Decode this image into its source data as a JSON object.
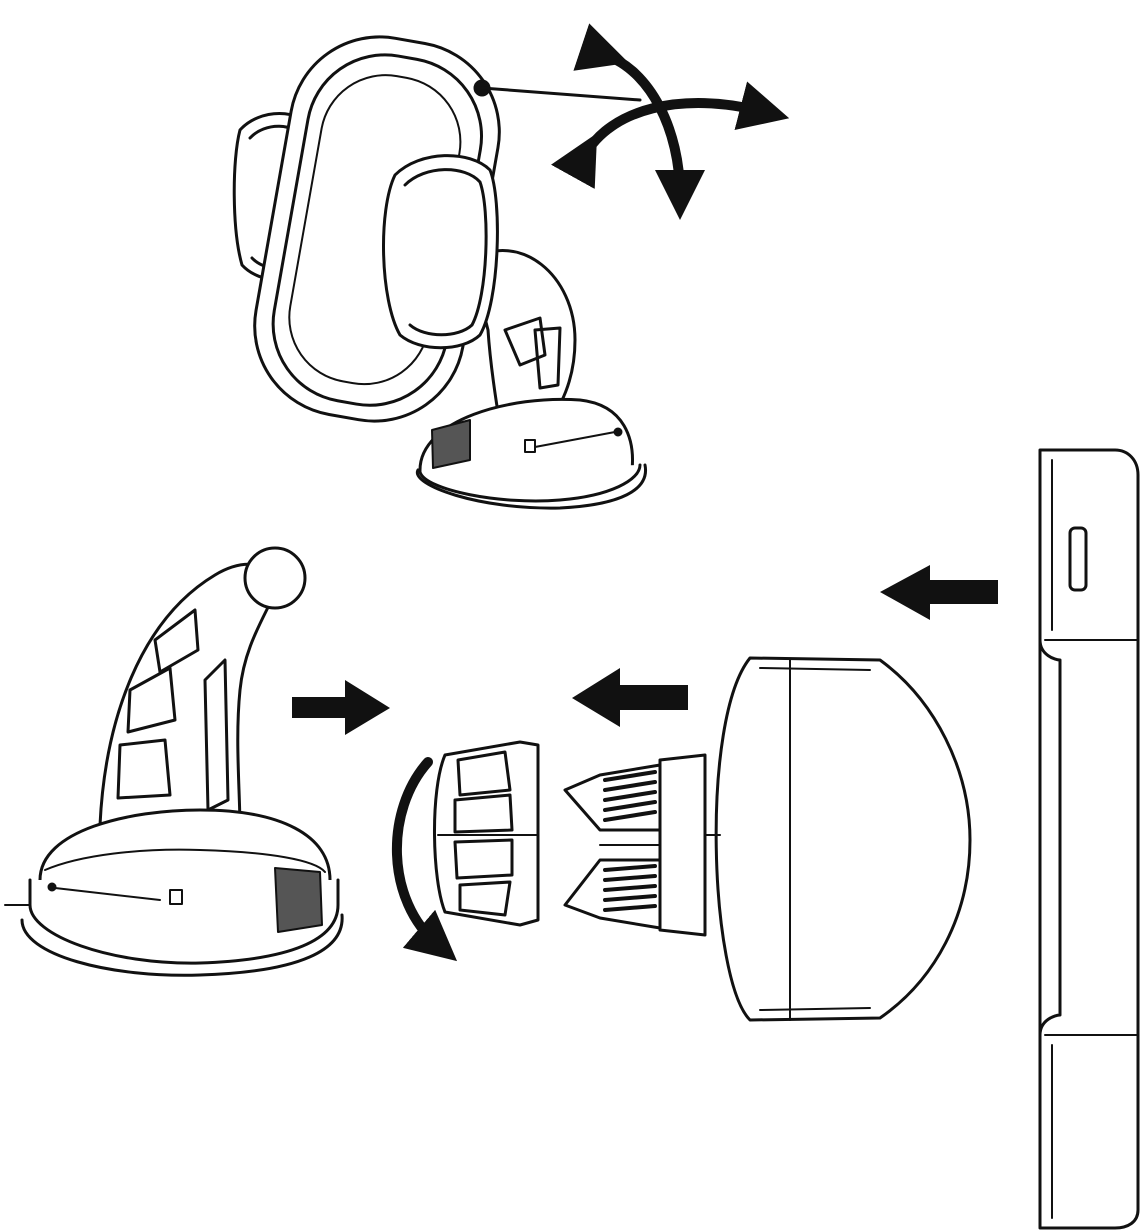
{
  "diagram": {
    "ink_color": "#111111",
    "fill_color": "#ffffff",
    "components": [
      {
        "id": "assembled-mount",
        "icon": "phone-holder-assembled"
      },
      {
        "id": "rotation-indicator",
        "icon": "four-way-rotate-arrows"
      },
      {
        "id": "suction-base",
        "icon": "suction-cup-base-with-arm"
      },
      {
        "id": "ball-joint-clamp",
        "icon": "threaded-ball-socket"
      },
      {
        "id": "cradle-back",
        "icon": "cradle-back-plate"
      },
      {
        "id": "phone-cradle",
        "icon": "phone-cradle-side-view"
      },
      {
        "id": "push-arrow-right",
        "icon": "arrow-right"
      },
      {
        "id": "push-arrow-left-cradle",
        "icon": "arrow-left"
      },
      {
        "id": "push-arrow-left-plate",
        "icon": "arrow-left"
      },
      {
        "id": "twist-arrow",
        "icon": "curved-rotate-arrow"
      }
    ]
  }
}
